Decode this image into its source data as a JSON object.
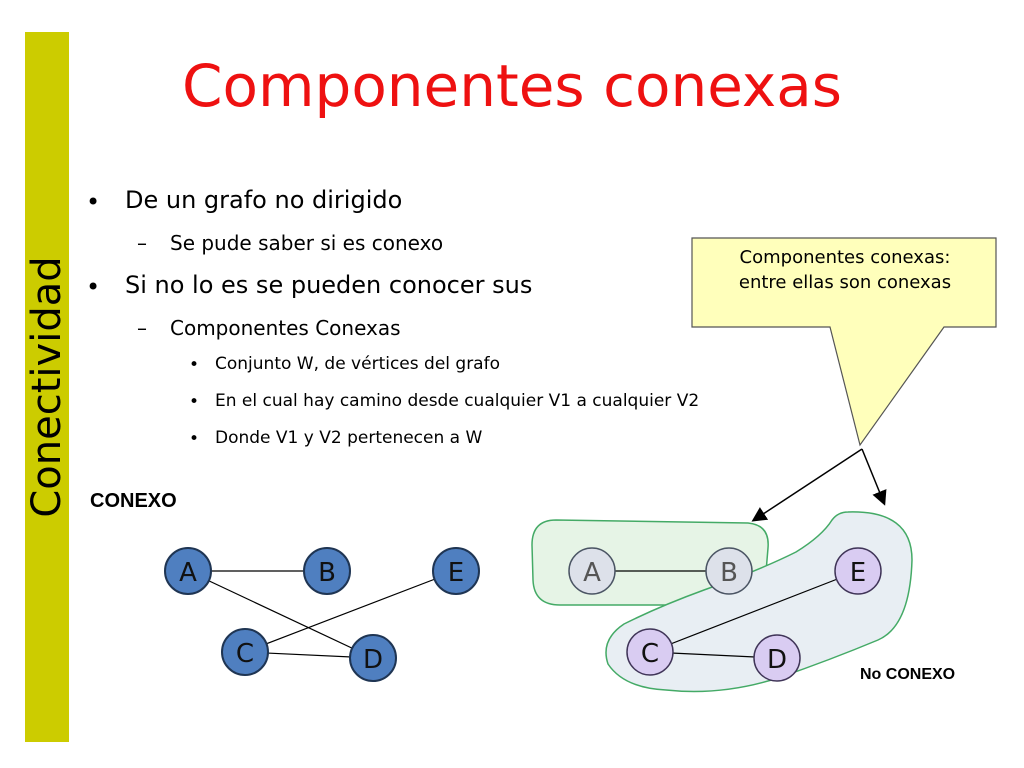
{
  "title": "Componentes conexas",
  "sidebar": {
    "label": "Conectividad"
  },
  "bullets": [
    {
      "level": 1,
      "marker": "•",
      "text": "De un grafo no dirigido"
    },
    {
      "level": 2,
      "marker": "–",
      "text": "Se pude saber si es conexo"
    },
    {
      "level": 1,
      "marker": "•",
      "text": "Si no lo es se pueden conocer sus"
    },
    {
      "level": 2,
      "marker": "–",
      "text": "Componentes Conexas"
    },
    {
      "level": 3,
      "marker": "•",
      "text": "Conjunto W, de vértices del grafo"
    },
    {
      "level": 3,
      "marker": "•",
      "text": "En el cual hay camino desde cualquier V1 a cualquier V2"
    },
    {
      "level": 3,
      "marker": "•",
      "text": "Donde V1 y V2 pertenecen a W"
    }
  ],
  "callout": {
    "line1": "Componentes conexas:",
    "line2": "entre ellas son conexas"
  },
  "graph_connected": {
    "label": "CONEXO",
    "nodes": [
      "A",
      "B",
      "E",
      "C",
      "D"
    ],
    "edges": [
      [
        "A",
        "B"
      ],
      [
        "A",
        "D"
      ],
      [
        "C",
        "E"
      ],
      [
        "C",
        "D"
      ]
    ]
  },
  "graph_not_connected": {
    "label": "No CONEXO",
    "components": [
      {
        "nodes": [
          "A",
          "B"
        ],
        "edges": [
          [
            "A",
            "B"
          ]
        ]
      },
      {
        "nodes": [
          "E",
          "C",
          "D"
        ],
        "edges": [
          [
            "C",
            "E"
          ],
          [
            "C",
            "D"
          ]
        ]
      }
    ]
  },
  "colors": {
    "title": "#ee1111",
    "sidebar": "#cccc00",
    "node_blue": "#4f7fc0",
    "node_gray": "#dde1ea",
    "node_lavender": "#d9ccf2",
    "component_green_fill": "#e6f4e6",
    "component_blue_fill": "#e8eef3",
    "component_stroke": "#44aa66",
    "callout_fill": "#ffffbb"
  }
}
